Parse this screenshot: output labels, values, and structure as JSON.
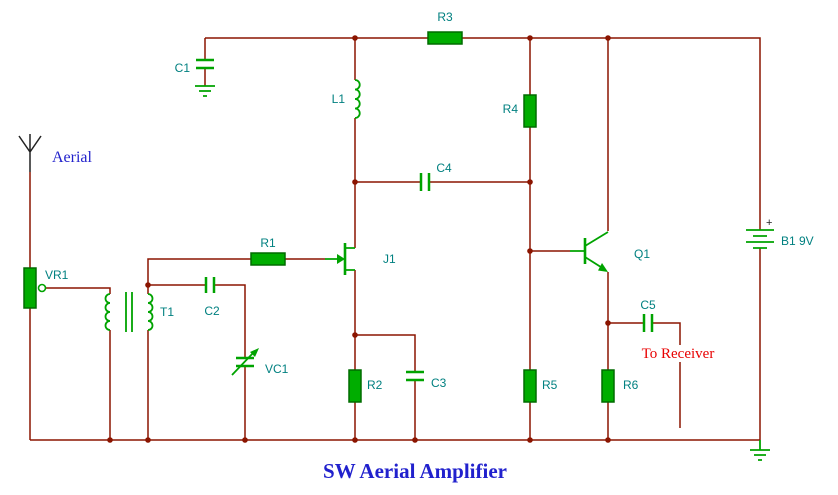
{
  "title": "SW Aerial Amplifier",
  "annotations": {
    "aerial": "Aerial",
    "to_receiver": "To Receiver",
    "battery_plus": "+"
  },
  "labels": {
    "c1": "C1",
    "r3": "R3",
    "l1": "L1",
    "r4": "R4",
    "c4": "C4",
    "r1": "R1",
    "j1": "J1",
    "q1": "Q1",
    "b1": "B1 9V",
    "vr1": "VR1",
    "t1": "T1",
    "c2": "C2",
    "vc1": "VC1",
    "r2": "R2",
    "c3": "C3",
    "r5": "R5",
    "r6": "R6",
    "c5": "C5"
  },
  "components": [
    {
      "ref": "C1",
      "type": "capacitor"
    },
    {
      "ref": "R3",
      "type": "resistor"
    },
    {
      "ref": "L1",
      "type": "inductor"
    },
    {
      "ref": "R4",
      "type": "resistor"
    },
    {
      "ref": "C4",
      "type": "capacitor"
    },
    {
      "ref": "VR1",
      "type": "potentiometer"
    },
    {
      "ref": "T1",
      "type": "transformer"
    },
    {
      "ref": "C2",
      "type": "capacitor"
    },
    {
      "ref": "VC1",
      "type": "variable-capacitor"
    },
    {
      "ref": "R1",
      "type": "resistor"
    },
    {
      "ref": "J1",
      "type": "jfet-transistor"
    },
    {
      "ref": "R2",
      "type": "resistor"
    },
    {
      "ref": "C3",
      "type": "capacitor"
    },
    {
      "ref": "R5",
      "type": "resistor"
    },
    {
      "ref": "Q1",
      "type": "npn-transistor"
    },
    {
      "ref": "R6",
      "type": "resistor"
    },
    {
      "ref": "C5",
      "type": "capacitor"
    },
    {
      "ref": "B1",
      "type": "battery",
      "value": "9V"
    }
  ],
  "colors": {
    "wire": "#8b1500",
    "component_green": "#00a300",
    "label_teal": "#008080",
    "title_blue": "#2121cd",
    "receiver_red": "#e80000",
    "background": "#ffffff"
  }
}
